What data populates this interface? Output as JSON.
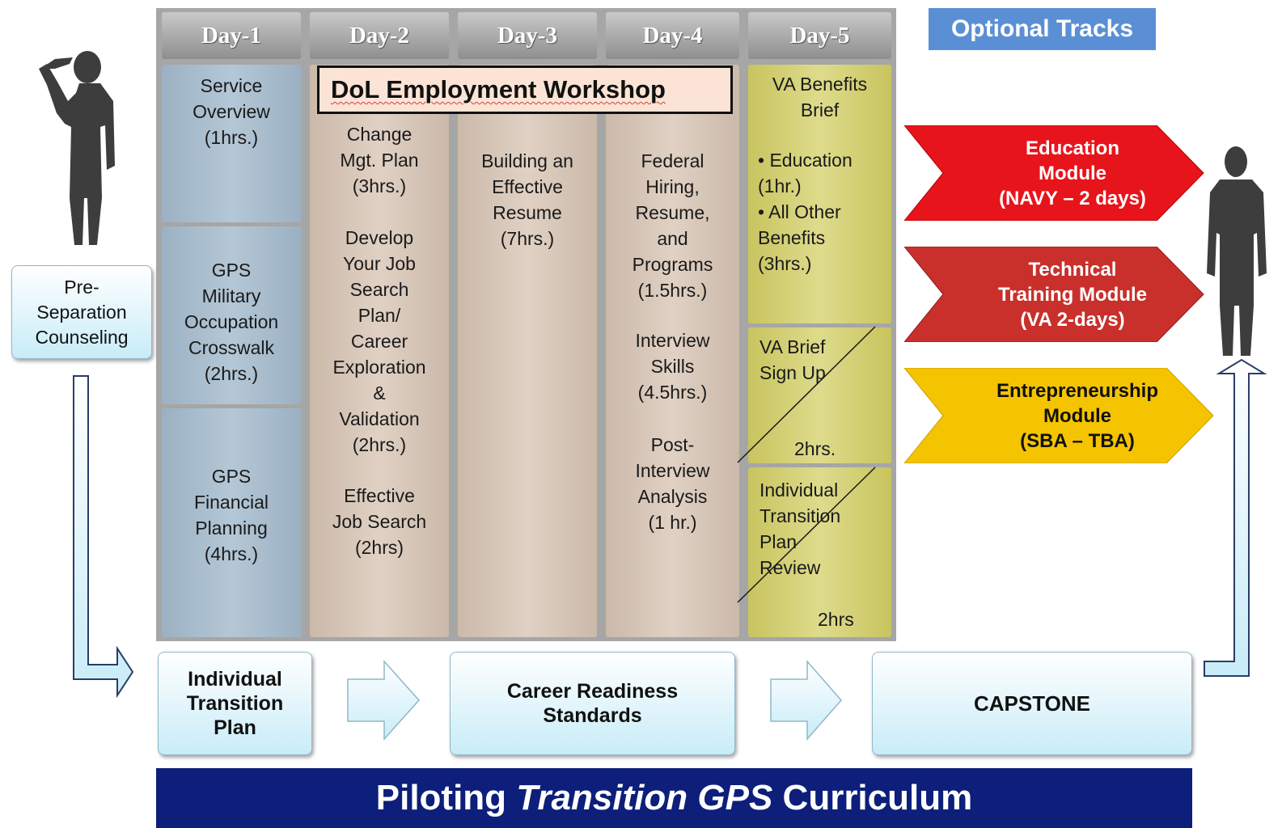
{
  "days": [
    "Day-1",
    "Day-2",
    "Day-3",
    "Day-4",
    "Day-5"
  ],
  "optional_tracks_title": "Optional Tracks",
  "day1": {
    "block1": "Service\nOverview\n(1hrs.)",
    "block2": "GPS\nMilitary\nOccupation\nCrosswalk\n(2hrs.)",
    "block3": "GPS\nFinancial\nPlanning\n(4hrs.)"
  },
  "dol_workshop": "DoL Employment Workshop",
  "day2": {
    "text1": "Change\nMgt. Plan\n(3hrs.)",
    "text2": "Develop\nYour Job\nSearch\nPlan/\nCareer\nExploration\n&\nValidation\n(2hrs.)",
    "text3": "Effective\nJob Search\n(2hrs)"
  },
  "day3": {
    "text1": "Building an\nEffective\nResume\n(7hrs.)"
  },
  "day4": {
    "text1": "Federal\nHiring,\nResume,\nand\nPrograms\n(1.5hrs.)",
    "text2": "Interview\nSkills\n(4.5hrs.)",
    "text3": "Post-\nInterview\nAnalysis\n(1 hr.)"
  },
  "day5": {
    "title": "VA Benefits\nBrief",
    "bullets": "• Education\n   (1hr.)\n• All Other\n   Benefits\n   (3hrs.)",
    "signup": "VA Brief\nSign Up",
    "signup_hrs": "2hrs.",
    "review": "Individual\nTransition\nPlan\nReview",
    "review_hrs": "2hrs"
  },
  "tracks": [
    {
      "line1": "Education",
      "line2": "Module",
      "line3": "(NAVY – 2 days)",
      "color": "#e8141c",
      "text_color": "#ffffff"
    },
    {
      "line1": "Technical",
      "line2": "Training Module",
      "line3": "(VA 2-days)",
      "color": "#c9302c",
      "text_color": "#ffffff"
    },
    {
      "line1": "Entrepreneurship",
      "line2": "Module",
      "line3": "(SBA – TBA)",
      "color": "#f5c400",
      "text_color": "#111111"
    }
  ],
  "pre_separation": "Pre-\nSeparation\nCounseling",
  "bottom": {
    "itp": "Individual\nTransition\nPlan",
    "crs": "Career Readiness\nStandards",
    "capstone": "CAPSTONE"
  },
  "banner": {
    "part1": "Piloting ",
    "part2": "Transition GPS",
    "part3": " Curriculum"
  },
  "colors": {
    "day1": "#a9bed0",
    "day2_4": "#d9c9bb",
    "day5": "#d6d37a",
    "banner": "#0d1f7a",
    "optional": "#5b8fd5"
  }
}
